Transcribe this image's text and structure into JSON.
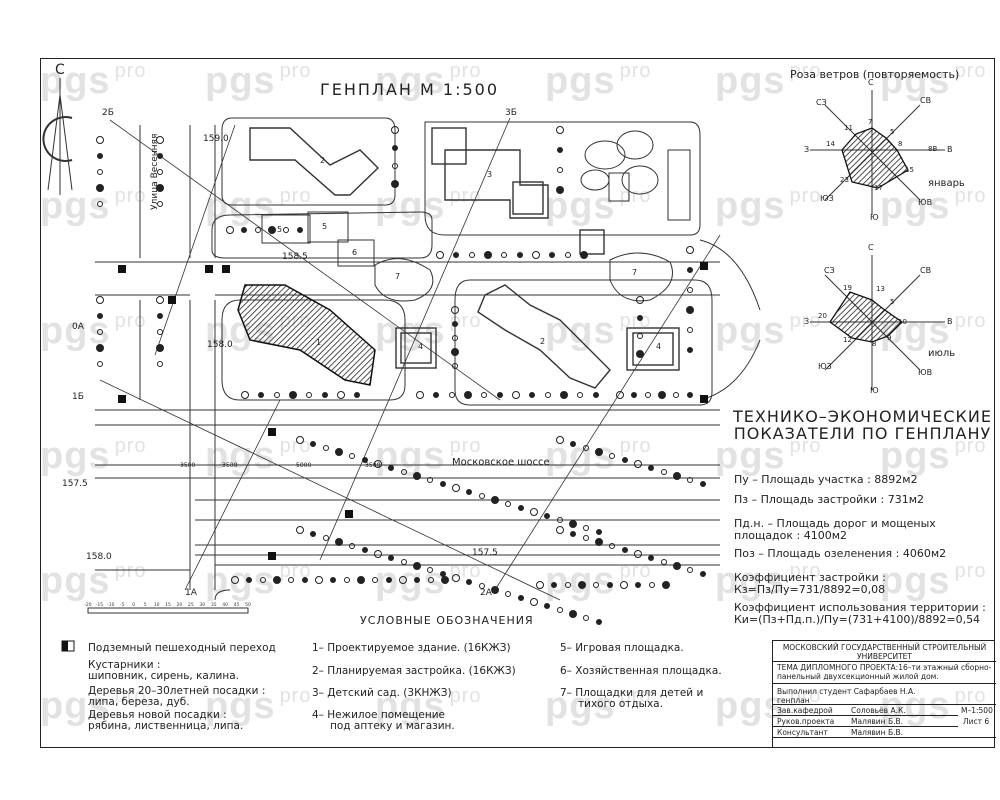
{
  "watermark": {
    "main": "pgs",
    "suffix": "pro"
  },
  "plan_title": "ГЕНПЛАН    М 1:500",
  "north_letter": "С",
  "wind_rose_title": "Роза ветров (повторяемость)",
  "rose_jan": {
    "month": "январь",
    "directions": {
      "n": "С",
      "ne": "СВ",
      "e": "В",
      "se": "ЮВ",
      "s": "Ю",
      "sw": "ЮЗ",
      "w": "З",
      "nw": "СЗ"
    },
    "values": {
      "n": "7",
      "ne": "5",
      "e": "8",
      "se": "15",
      "s": "17",
      "sw": "23",
      "w": "14",
      "nw": "11"
    },
    "extra": "8В"
  },
  "rose_jul": {
    "month": "июль",
    "directions": {
      "n": "С",
      "ne": "СВ",
      "e": "В",
      "se": "ЮВ",
      "s": "Ю",
      "sw": "ЮЗ",
      "w": "З",
      "nw": "СЗ"
    },
    "values": {
      "n": "13",
      "ne": "5",
      "e": "10",
      "se": "9",
      "s": "8",
      "sw": "12",
      "w": "20",
      "nw": "19"
    }
  },
  "street_labels": {
    "vesennyaya": "Улица Весенняя",
    "highway": "Московское шоссе"
  },
  "section_marks": {
    "a2b": "2Б",
    "a3b": "3Б",
    "a0a": "0А",
    "a1b": "1Б",
    "a1a": "1А",
    "a2a": "2А"
  },
  "elevations": {
    "e1": "159.0",
    "e2": "158.5",
    "e3": "158.0",
    "e4": "157.5",
    "e5": "158.0",
    "e6": "157.5"
  },
  "plan_numbers": {
    "b1": "1",
    "b2": "2",
    "b2b": "2",
    "b3": "3",
    "b4a": "4",
    "b4b": "4",
    "b5a": "5",
    "b5b": "5",
    "b6": "6",
    "b7a": "7",
    "b7b": "7"
  },
  "dims": {
    "d1": "3500",
    "d2": "3500",
    "d3": "5000",
    "d4": "3500"
  },
  "tep": {
    "title": "ТЕХНИКО–ЭКОНОМИЧЕСКИЕ ПОКАЗАТЕЛИ ПО ГЕНПЛАНУ",
    "lines": [
      "Пу – Площадь участка :  8892м2",
      "Пз – Площадь застройки :  731м2",
      "Пд.н. – Площадь дорог и мощеных",
      "    площадок :  4100м2",
      "Поз – Площадь озеленения :  4060м2",
      "Коэффициент застройки :",
      "    Кз=Пз/Пу=731/8892=0,08",
      "Коэффициент использования территории :",
      "    Ки=(Пз+Пд.п.)/Пу=(731+4100)/8892=0,54"
    ]
  },
  "scale_bar": [
    "-20",
    "-15",
    "-10",
    "-5",
    "0",
    "5",
    "10",
    "15",
    "20",
    "25",
    "30",
    "35",
    "40",
    "45",
    "50"
  ],
  "legend": {
    "title": "УСЛОВНЫЕ ОБОЗНАЧЕНИЯ",
    "symbols": [
      "Подземный пешеходный переход",
      "Кустарники :",
      "шиповник, сирень, калина.",
      "Деревья 20–30летней посадки :",
      "липа, береза, дуб.",
      "Деревья новой посадки :",
      "рябина, лиственница, липа."
    ],
    "items_col1": [
      "1– Проектируемое здание. (16КЖЗ)",
      "2– Планируемая застройка. (16КЖЗ)",
      "3– Детский сад. (3КНЖЗ)",
      "4– Нежилое помещение",
      "под аптеку и магазин."
    ],
    "items_col2": [
      "5– Игровая площадка.",
      "6– Хозяйственная площадка.",
      "7– Площадки для детей и",
      "тихого отдыха."
    ]
  },
  "stamp": {
    "university": "МОСКОВСКИЙ ГОСУДАРСТВЕННЫЙ СТРОИТЕЛЬНЫЙ УНИВЕРСИТЕТ",
    "theme": "ТЕМА ДИПЛОМНОГО ПРОЕКТА:16–ти этажный сборно-панельный двухсекционный жилой дом.",
    "student": "Выполнил студент Сафарбаев Н.А.",
    "sheet_name": "генплан",
    "rows": [
      {
        "role": "Зав.кафедрой",
        "name": "Соловьёв А.К."
      },
      {
        "role": "Руков.проекта",
        "name": "Малявин Б.В."
      },
      {
        "role": "Консультант",
        "name": "Малявин Б.В."
      }
    ],
    "scale": "М–1:500",
    "sheet": "Лист 6"
  }
}
